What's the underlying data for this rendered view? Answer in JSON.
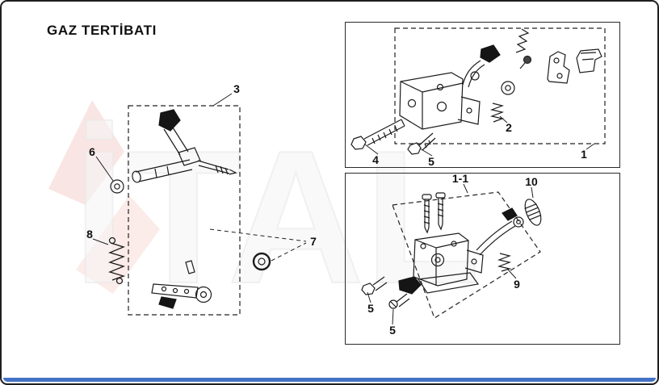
{
  "title": "GAZ TERTİBATI",
  "watermark": "İTAL",
  "callouts": {
    "part3": "3",
    "part6": "6",
    "part8": "8",
    "part7": "7",
    "part4": "4",
    "part5_top": "5",
    "part2": "2",
    "part1": "1",
    "part1_1": "1-1",
    "part10": "10",
    "part9": "9",
    "part5_mid": "5",
    "part5_bottom": "5"
  }
}
